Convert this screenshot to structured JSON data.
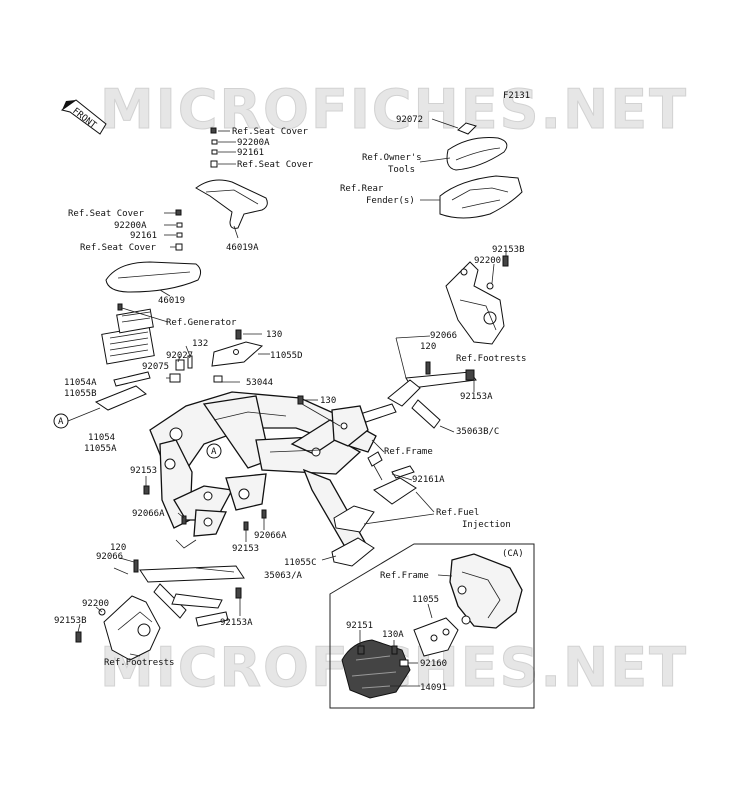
{
  "diagram_code": "F2131",
  "watermark": "MICROFICHES.NET",
  "front_label": "FRONT",
  "variant_label": "(CA)",
  "ref_marker": "A",
  "labels": {
    "p92072": "92072",
    "ref_owners_tools_1": "Ref.Owner's",
    "ref_owners_tools_2": "Tools",
    "ref_rear_fender_1": "Ref.Rear",
    "ref_rear_fender_2": "Fender(s)",
    "ref_seat_cover_a": "Ref.Seat Cover",
    "p92200A_a": "92200A",
    "p92161_a": "92161",
    "ref_seat_cover_b": "Ref.Seat Cover",
    "p46019A": "46019A",
    "ref_seat_cover_c": "Ref.Seat Cover",
    "p92200A_b": "92200A",
    "p92161_b": "92161",
    "ref_seat_cover_d": "Ref.Seat Cover",
    "p46019": "46019",
    "p92153B_r": "92153B",
    "p92200_r": "92200",
    "ref_generator": "Ref.Generator",
    "p130_a": "130",
    "p132": "132",
    "p11055D": "11055D",
    "p92027": "92027",
    "p92075": "92075",
    "p53044": "53044",
    "p11054A": "11054A",
    "p11055B": "11055B",
    "p11054": "11054",
    "p11055A": "11055A",
    "p92066_r": "92066",
    "p120_r": "120",
    "ref_footrests_r": "Ref.Footrests",
    "p92153A_r": "92153A",
    "p130_b": "130",
    "p35063B_C": "35063B/C",
    "ref_frame_a": "Ref.Frame",
    "p92161A": "92161A",
    "p92153_a": "92153",
    "ref_fuel_injection_1": "Ref.Fuel",
    "ref_fuel_injection_2": "Injection",
    "p92066A_a": "92066A",
    "p92066A_b": "92066A",
    "p92153_b": "92153",
    "p120_l": "120",
    "p92066_l": "92066",
    "p11055C": "11055C",
    "p35063_A": "35063/A",
    "p92200_l": "92200",
    "p92153B_l": "92153B",
    "p92153A_l": "92153A",
    "ref_footrests_l": "Ref.Footrests",
    "ref_frame_b": "Ref.Frame",
    "p11055": "11055",
    "p92151": "92151",
    "p130A": "130A",
    "p92160": "92160",
    "p14091": "14091"
  }
}
